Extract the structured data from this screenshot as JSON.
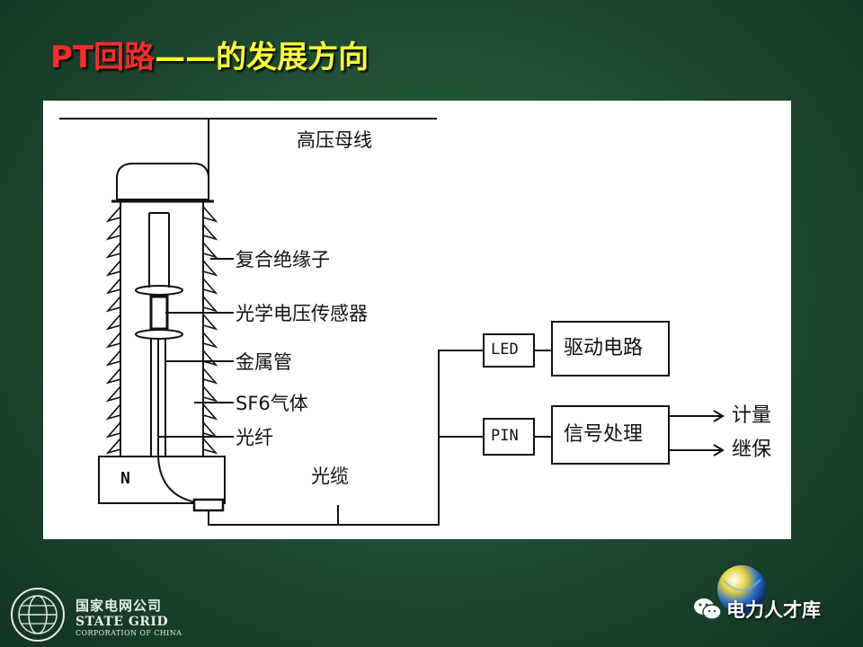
{
  "title": {
    "part1": "PT回路",
    "part2": "——的发展方向"
  },
  "diagram": {
    "labels": {
      "busbar": "高压母线",
      "insulator": "复合绝缘子",
      "sensor": "光学电压传感器",
      "metal_tube": "金属管",
      "gas": "SF6气体",
      "fiber": "光纤",
      "cable": "光缆",
      "base": "N",
      "led": "LED",
      "pin": "PIN",
      "driver": "驱动电路",
      "signal": "信号处理",
      "metering": "计量",
      "protection": "继保"
    }
  },
  "footer": {
    "company_cn": "国家电网公司",
    "company_en": "STATE GRID",
    "company_sub": "CORPORATION OF CHINA",
    "brand": "电力人才库"
  },
  "colors": {
    "background": "#1d4b31",
    "title_red": "#ff2a2a",
    "title_yellow": "#ffff33"
  }
}
